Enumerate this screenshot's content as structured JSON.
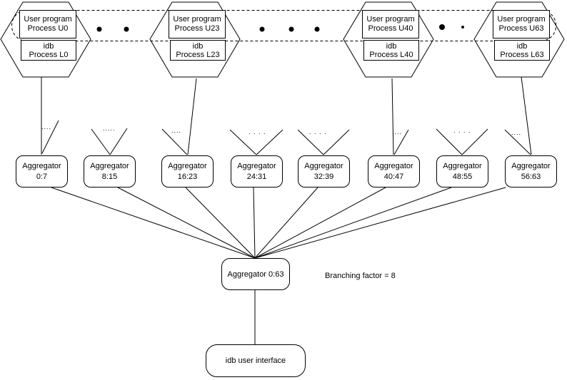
{
  "hexagons": [
    {
      "upper1": "User program",
      "upper2": "Process U0",
      "lower1": "idb",
      "lower2": "Process L0"
    },
    {
      "upper1": "User program",
      "upper2": "Process U23",
      "lower1": "idb",
      "lower2": "Process L23"
    },
    {
      "upper1": "User program",
      "upper2": "Process U40",
      "lower1": "idb",
      "lower2": "Process L40"
    },
    {
      "upper1": "User program",
      "upper2": "Process U63",
      "lower1": "idb",
      "lower2": "Process L63"
    }
  ],
  "aggregators": [
    {
      "title": "Aggregator",
      "range": "0:7",
      "dots": "...."
    },
    {
      "title": "Aggregator",
      "range": "8:15",
      "dots": "....."
    },
    {
      "title": "Aggregator",
      "range": "16:23",
      "dots": "...."
    },
    {
      "title": "Aggregator",
      "range": "24:31",
      "dots": ". . . ."
    },
    {
      "title": "Aggregator",
      "range": "32:39",
      "dots": ". . . ."
    },
    {
      "title": "Aggregator",
      "range": "40:47",
      "dots": "...."
    },
    {
      "title": "Aggregator",
      "range": "48:55",
      "dots": ". . . ."
    },
    {
      "title": "Aggregator",
      "range": "56:63",
      "dots": "...."
    }
  ],
  "root": {
    "label": "Aggregator 0:63"
  },
  "ui": {
    "label": "idb user interface"
  },
  "annotation": {
    "branching_factor": "Branching factor = 8"
  },
  "colors": {
    "line": "#000000",
    "background": "#ffffff"
  }
}
